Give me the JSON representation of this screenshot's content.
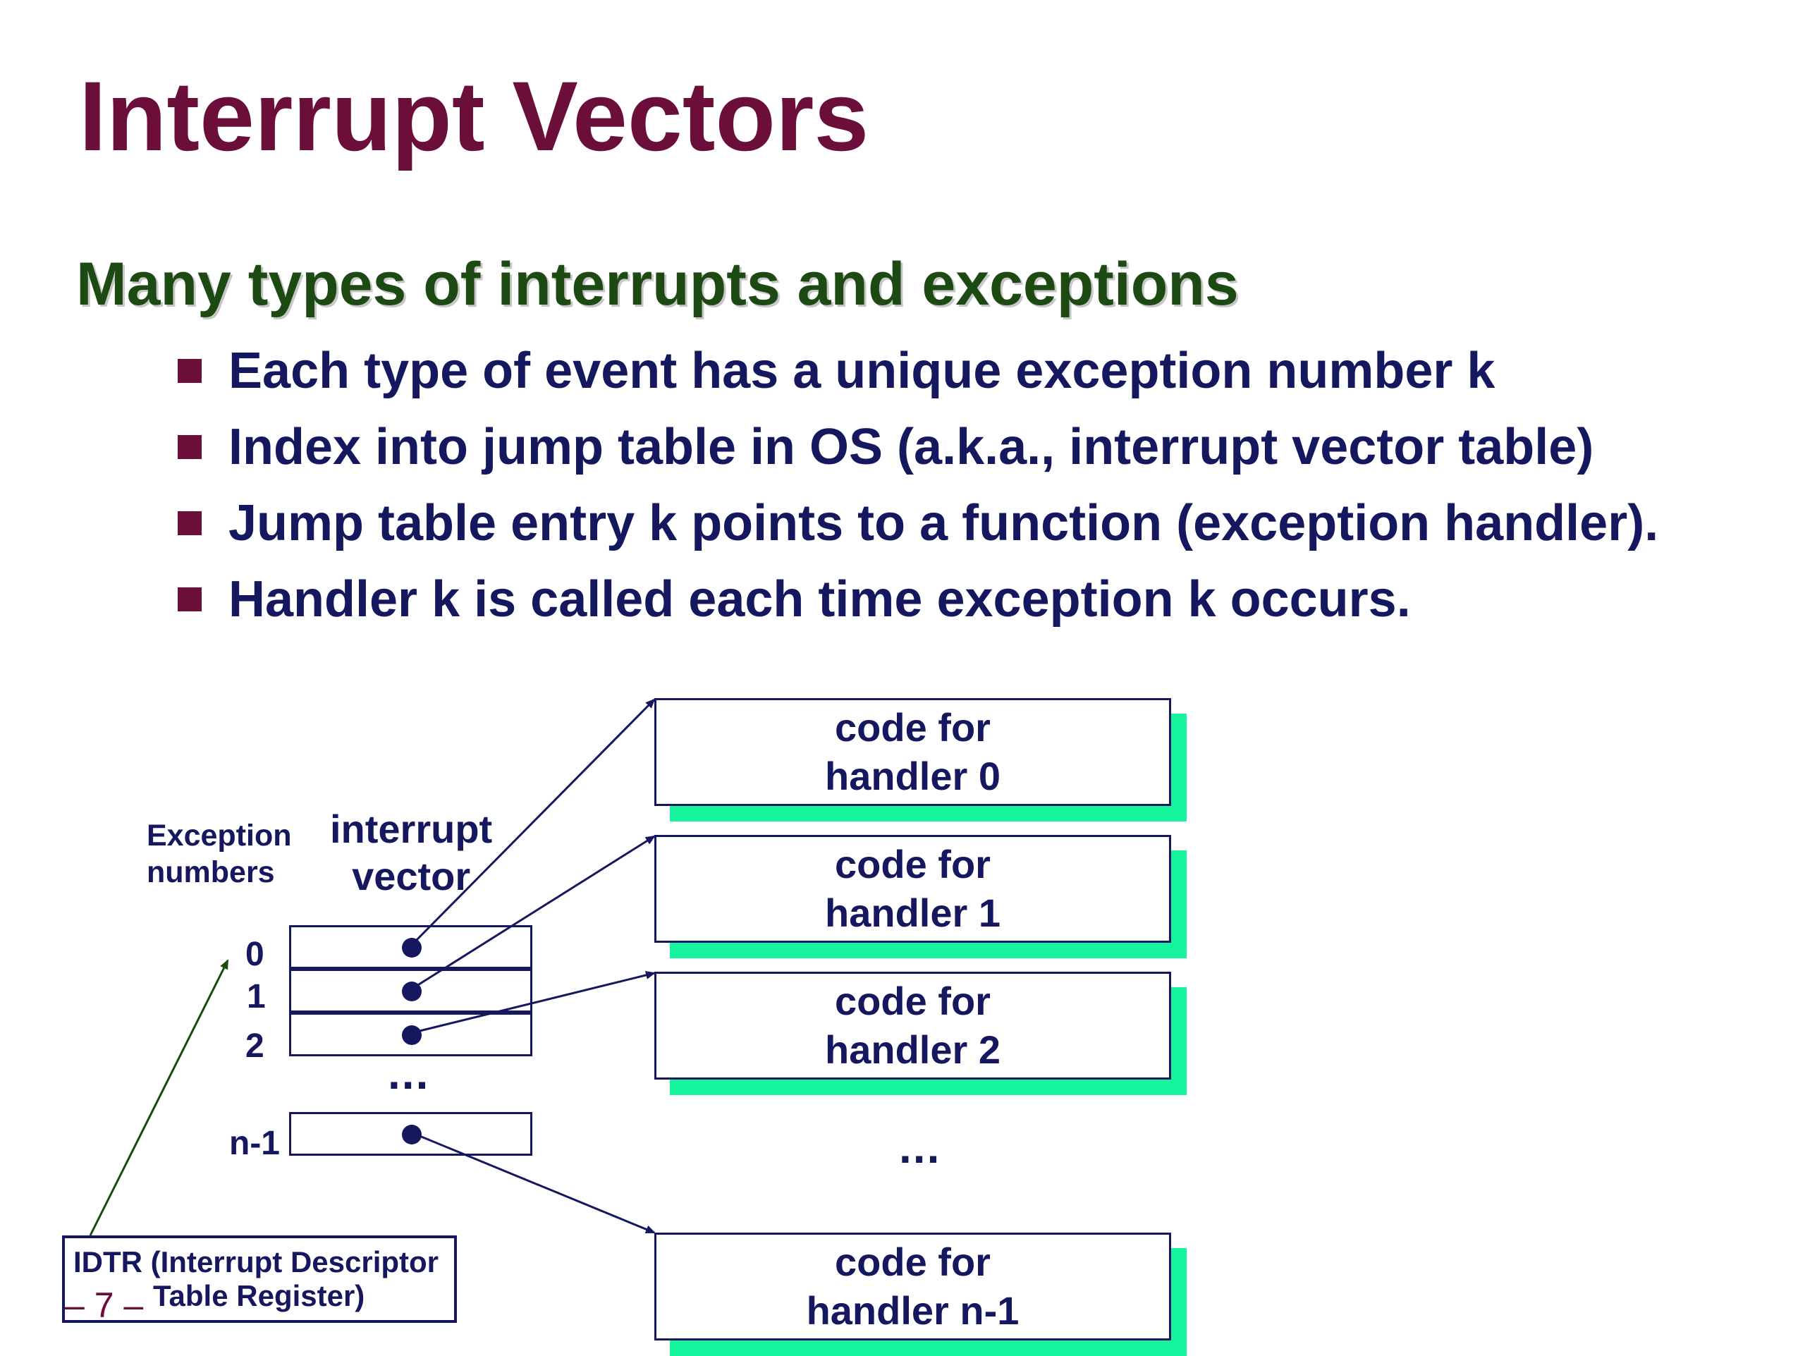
{
  "slide": {
    "title": "Interrupt Vectors",
    "subtitle": "Many types of interrupts and exceptions",
    "bullets": [
      "Each type of event has a unique exception number k",
      "Index into jump table in OS (a.k.a., interrupt vector table)",
      "Jump table entry k points to a function (exception handler).",
      "Handler k is called each time exception k occurs."
    ],
    "page_number": "– 7 –"
  },
  "diagram": {
    "exception_numbers_label": [
      "Exception",
      "numbers"
    ],
    "interrupt_vector_label": [
      "interrupt",
      "vector"
    ],
    "indices": [
      "0",
      "1",
      "2",
      "n-1"
    ],
    "vector_ellipsis": "...",
    "handler_ellipsis": "...",
    "handlers": [
      {
        "line1": "code for",
        "line2": "handler 0"
      },
      {
        "line1": "code for",
        "line2": "handler 1"
      },
      {
        "line1": "code for",
        "line2": "handler 2"
      },
      {
        "line1": "code for",
        "line2": "handler n-1"
      }
    ],
    "idtr": {
      "line1": "IDTR (Interrupt Descriptor",
      "line2": "Table Register)"
    },
    "colors": {
      "title": "#6b0f3a",
      "subtitle": "#1c4a12",
      "text": "#15175f",
      "shadow": "#16f59e",
      "idtr_arrow": "#1c4a12"
    }
  }
}
